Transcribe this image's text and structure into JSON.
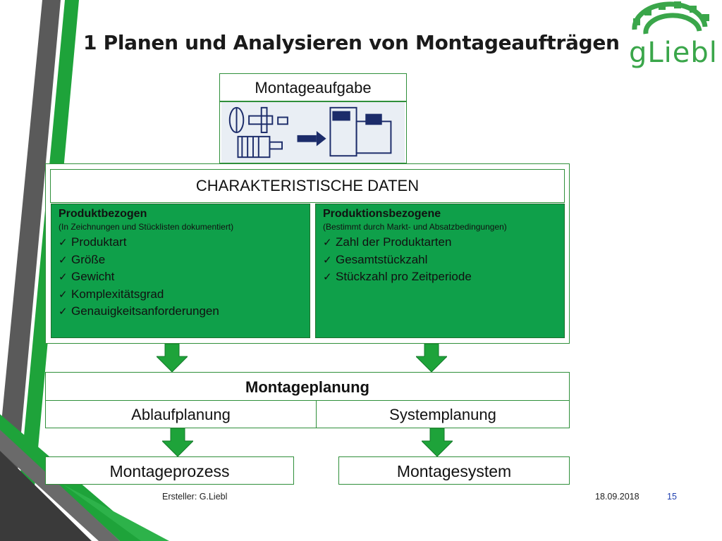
{
  "title": "1 Planen und Analysieren von Montageaufträgen",
  "logo": {
    "text": "gLiebl",
    "color": "#3aa64a"
  },
  "task_box": {
    "label": "Montageaufgabe"
  },
  "characteristics": {
    "header": "CHARAKTERISTISCHE DATEN",
    "product": {
      "heading": "Produktbezogen",
      "subheading": "(In Zeichnungen und Stücklisten dokumentiert)",
      "items": [
        "Produktart",
        "Größe",
        "Gewicht",
        "Komplexitätsgrad",
        "Genauigkeitsanforderungen"
      ]
    },
    "production": {
      "heading": "Produktionsbezogene",
      "subheading": "(Bestimmt durch Markt- und Absatzbedingungen)",
      "items": [
        "Zahl der Produktarten",
        "Gesamtstückzahl",
        "Stückzahl pro Zeitperiode"
      ]
    }
  },
  "planning": {
    "header": "Montageplanung",
    "left": "Ablaufplanung",
    "right": "Systemplanung"
  },
  "outputs": {
    "process": "Montageprozess",
    "system": "Montagesystem"
  },
  "footer": {
    "author": "Ersteller: G.Liebl",
    "date": "18.09.2018",
    "page": "15"
  },
  "colors": {
    "panel_green": "#0fa04a",
    "accent_green": "#1ea33a",
    "stripe_gray": "#555555",
    "border_green": "#2f8f3a"
  },
  "icons": [
    "checkmark-icon",
    "arrow-down-icon",
    "gear-icon"
  ]
}
